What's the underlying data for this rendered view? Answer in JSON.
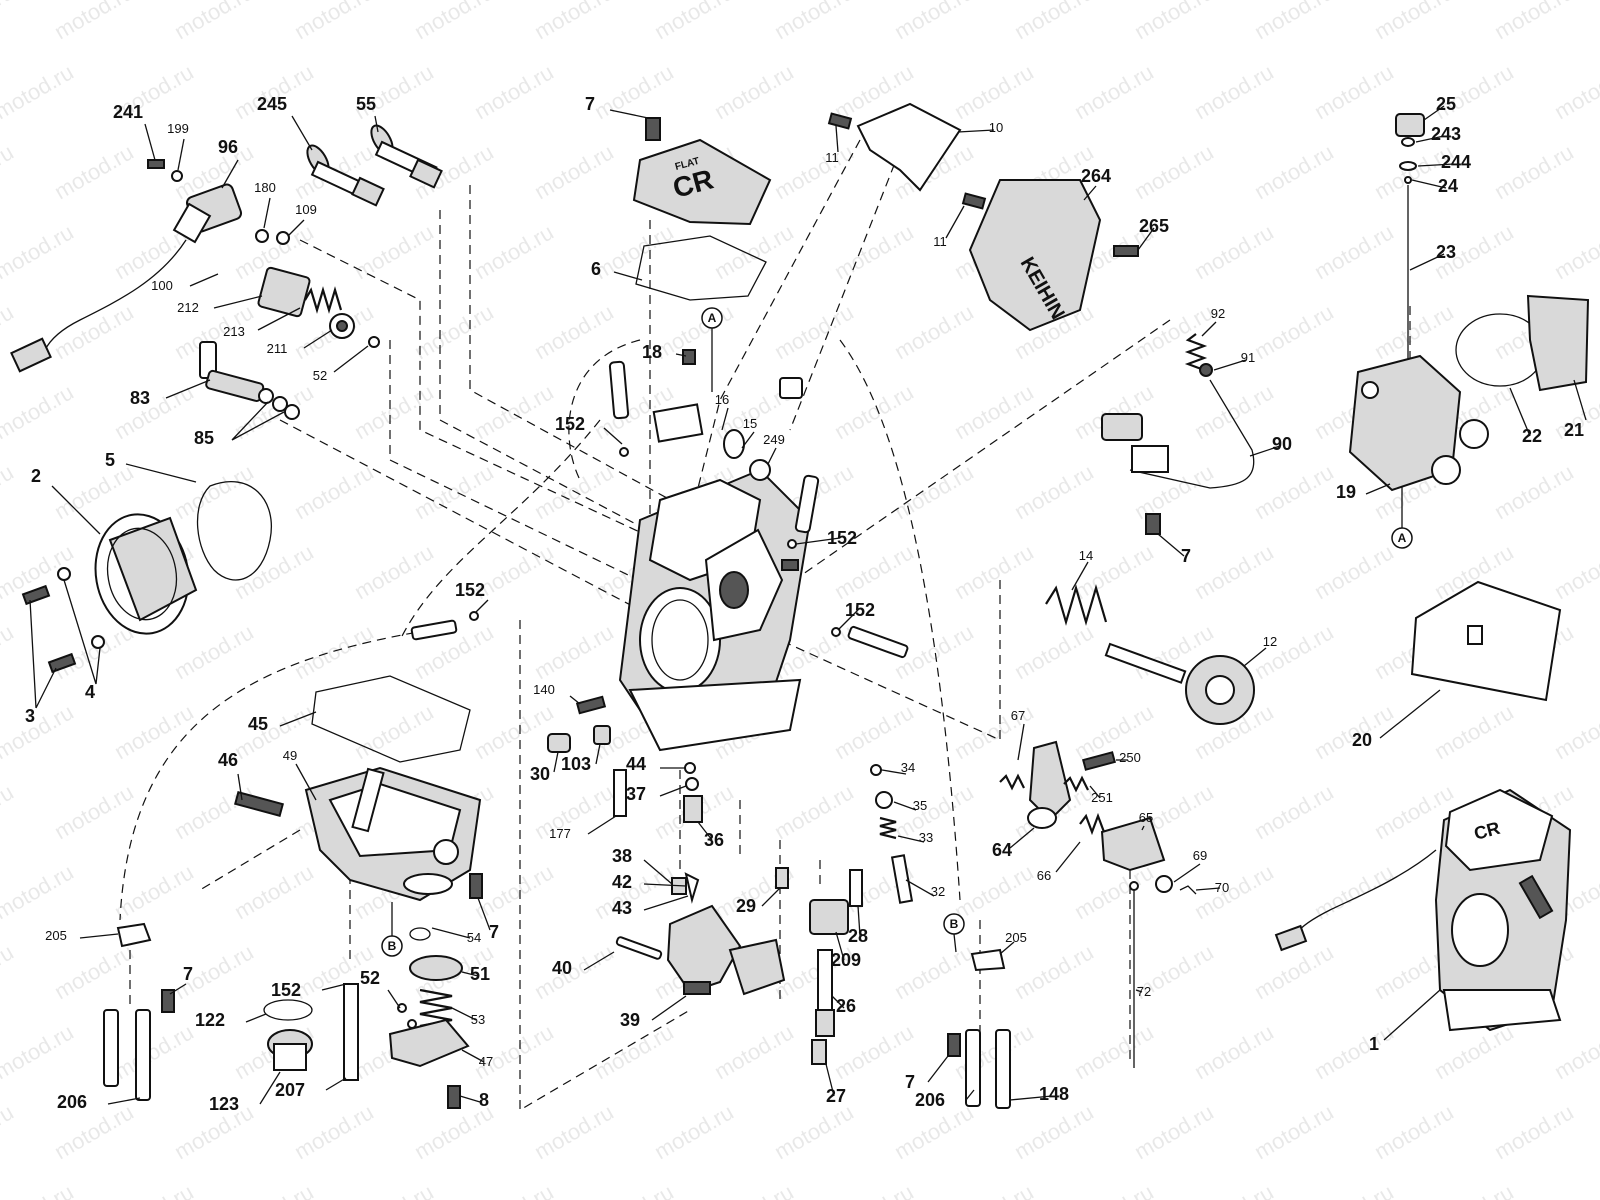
{
  "watermark": "motod.ru",
  "brand": {
    "cover_top": "FLAT",
    "cover_main": "CR",
    "side_cover": "KEIHIN"
  },
  "reference_markers": [
    "A",
    "B"
  ],
  "callouts": [
    "1",
    "2",
    "3",
    "4",
    "5",
    "6",
    "7",
    "8",
    "10",
    "11",
    "12",
    "14",
    "15",
    "16",
    "18",
    "19",
    "20",
    "21",
    "22",
    "23",
    "24",
    "25",
    "26",
    "27",
    "28",
    "29",
    "30",
    "32",
    "33",
    "34",
    "35",
    "36",
    "37",
    "38",
    "39",
    "40",
    "42",
    "43",
    "44",
    "45",
    "46",
    "47",
    "49",
    "51",
    "52",
    "53",
    "54",
    "55",
    "64",
    "65",
    "66",
    "67",
    "69",
    "70",
    "72",
    "83",
    "85",
    "90",
    "91",
    "92",
    "96",
    "100",
    "103",
    "109",
    "122",
    "123",
    "140",
    "148",
    "152",
    "177",
    "180",
    "199",
    "205",
    "206",
    "207",
    "209",
    "211",
    "212",
    "213",
    "241",
    "243",
    "244",
    "245",
    "249",
    "250",
    "251",
    "264",
    "265"
  ]
}
